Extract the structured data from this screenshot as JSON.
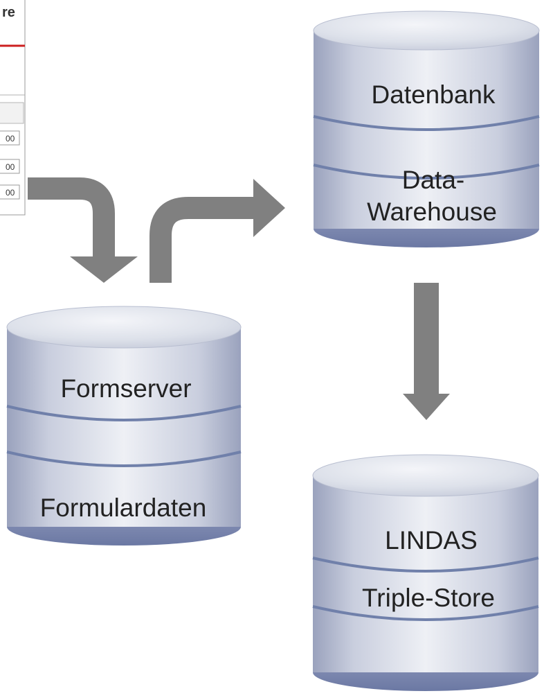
{
  "form_snippet": {
    "header_fragment": "re",
    "field_fragments": [
      "00",
      "00",
      "00"
    ]
  },
  "databases": {
    "top": {
      "labels": [
        "Datenbank",
        "Data-",
        "Warehouse"
      ]
    },
    "left": {
      "labels": [
        "Formserver",
        "Formulardaten"
      ]
    },
    "bottom": {
      "labels": [
        "LINDAS",
        "Triple-Store"
      ]
    }
  },
  "colors": {
    "arrow": "#808080",
    "cylinder_light": "#e6e9f1",
    "cylinder_mid": "#c2c8d9",
    "cylinder_dark": "#8a94b8",
    "band": "#6f7ea8",
    "form_accent": "#cc2020"
  }
}
